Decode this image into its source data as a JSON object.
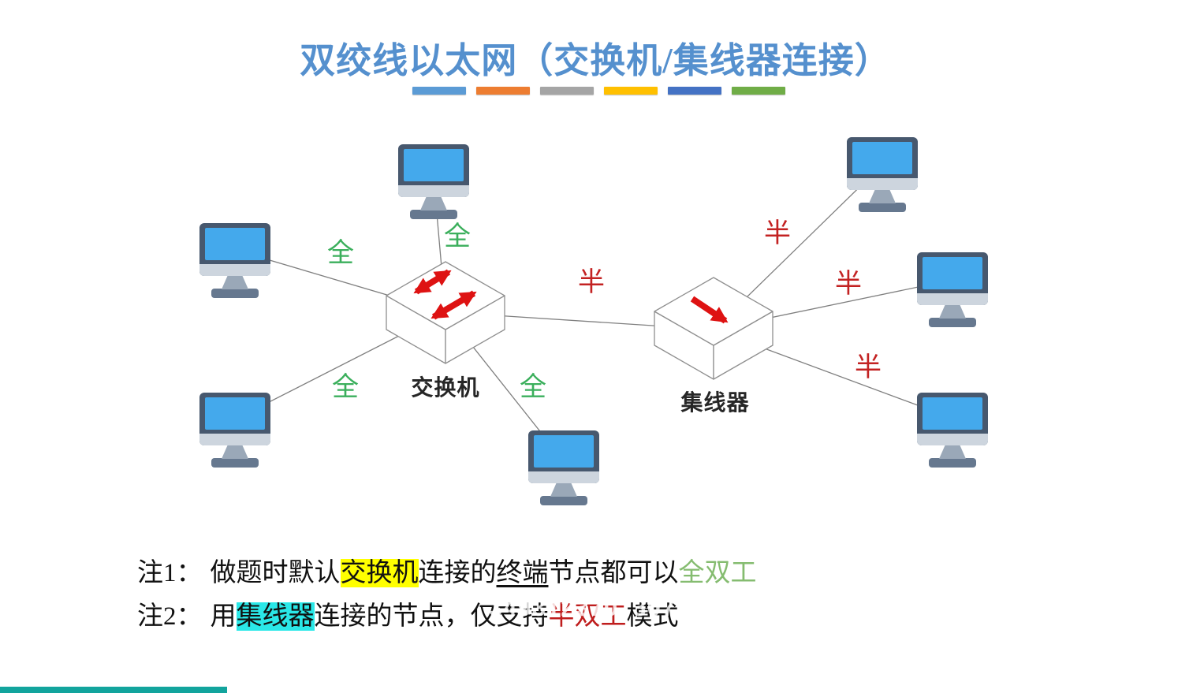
{
  "title": {
    "text": "双绞线以太网（交换机/集线器连接）"
  },
  "divider_bars": {
    "bar1": "#5B9BD5",
    "bar2": "#ED7D31",
    "bar3": "#A5A5A5",
    "bar4": "#FFC000",
    "bar5": "#4472C4",
    "bar6": "#70AD47"
  },
  "colors": {
    "title_blue": "#5590CE",
    "link_line": "#7F7F7F",
    "box_stroke": "#8F8F8F",
    "box_fill": "#FFFFFF",
    "arrow_red": "#DE1212",
    "full_green": "#3BAF5C",
    "half_red": "#C32222",
    "node_label": "#262626",
    "note_text": "#111111",
    "highlight_yellow": "#FFFF00",
    "highlight_cyan": "#2AE8E8",
    "note_green": "#85BC70",
    "note_red": "#BF1D1D",
    "footer_teal": "#12A49D",
    "monitor_bezel": "#47586E",
    "monitor_screen": "#44A9EC",
    "monitor_chin": "#CDD5DE",
    "stand_neck": "#9AA8B8",
    "stand_base": "#66788F"
  },
  "diagram": {
    "switch_label": "交换机",
    "hub_label": "集线器",
    "full_label": "全",
    "half_label": "半"
  },
  "notes": {
    "note1": {
      "prefix": "注1：",
      "t1": "做题时默认",
      "highlight_switch": "交换机",
      "t2": "连接的",
      "underline_terminal": "终端",
      "t3": "节点都可以",
      "green_full_duplex": "全双工"
    },
    "note2": {
      "prefix": "注2：",
      "t1": "用",
      "highlight_hub": "集线器",
      "t2": "连接的节点，仅支持",
      "red_half_duplex": "半双工",
      "t3": "模式"
    }
  },
  "watermark": {
    "line1": "骆-槑",
    "line2": "3493123707307535"
  }
}
